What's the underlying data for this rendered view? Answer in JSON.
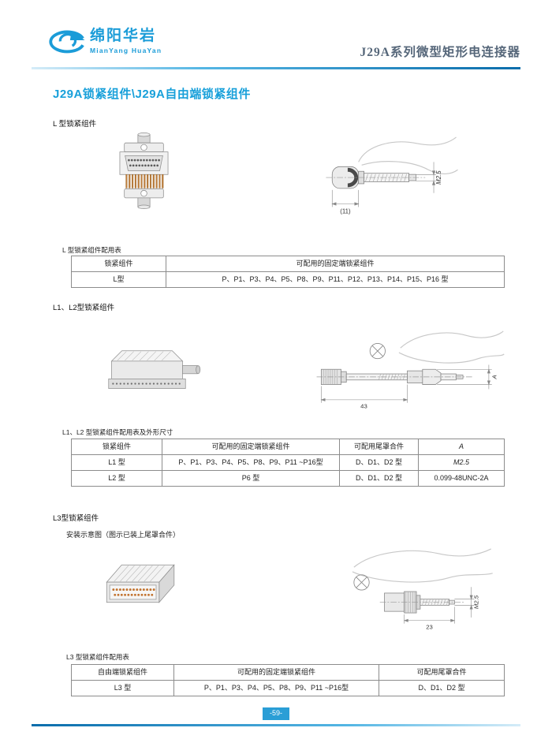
{
  "colors": {
    "accent_blue": "#18a0da",
    "logo_blue": "#1b9cd8",
    "doc_title_color": "#56677a",
    "footer_badge_bg": "#2a9ed6",
    "rule_dark_blue": "#0b6dab",
    "rule_light_blue": "#d5ecf8"
  },
  "header": {
    "logo_icon": "huayan-swirl-logo",
    "brand_name_cn": "绵阳华岩",
    "brand_name_en": "MianYang HuaYan",
    "doc_title": "J29A系列微型矩形电连接器"
  },
  "page_title": "J29A锁紧组件\\J29A自由端锁紧组件",
  "sections": {
    "l": {
      "heading": "L 型锁紧组件",
      "table_caption": "L 型锁紧组件配用表",
      "dims": {
        "thread": "M2.5",
        "length": "(11)"
      },
      "table": {
        "headers": [
          "锁紧组件",
          "可配用的固定端锁紧组件"
        ],
        "rows": [
          [
            "L型",
            "P、P1、P3、P4、P5、P8、P9、P11、P12、P13、P14、P15、P16 型"
          ]
        ]
      }
    },
    "l1_l2": {
      "heading": "L1、L2型锁紧组件",
      "table_caption": "L1、L2 型锁紧组件配用表及外形尺寸",
      "dims": {
        "length": "43",
        "a": "A"
      },
      "table": {
        "headers": [
          "锁紧组件",
          "可配用的固定端锁紧组件",
          "可配用尾罩合件",
          "A"
        ],
        "rows": [
          [
            "L1 型",
            "P、P1、P3、P4、P5、P8、P9、P11 ~P16型",
            "D、D1、D2 型",
            "M2.5"
          ],
          [
            "L2 型",
            "P6 型",
            "D、D1、D2 型",
            "0.099-48UNC-2A"
          ]
        ]
      }
    },
    "l3": {
      "heading": "L3型锁紧组件",
      "subheading": "安装示意图（图示已装上尾罩合件）",
      "table_caption": "L3 型锁紧组件配用表",
      "dims": {
        "thread": "M2.5",
        "length": "23"
      },
      "table": {
        "headers": [
          "自由端锁紧组件",
          "可配用的固定端锁紧组件",
          "可配用尾罩合件"
        ],
        "rows": [
          [
            "L3 型",
            "P、P1、P3、P4、P5、P8、P9、P11 ~P16型",
            "D、D1、D2 型"
          ]
        ]
      }
    }
  },
  "footer": {
    "page_number": "-59-"
  }
}
